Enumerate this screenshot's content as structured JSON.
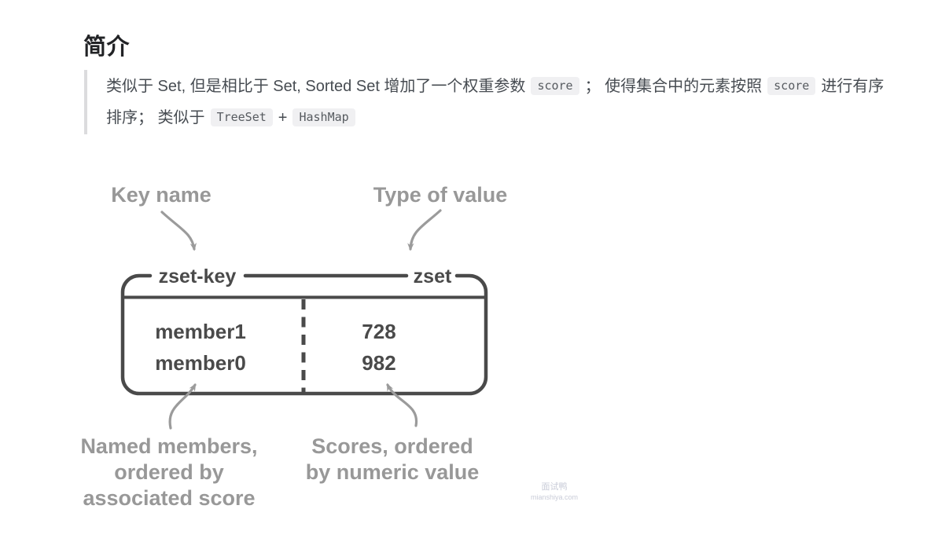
{
  "heading": "简介",
  "intro": {
    "line1": {
      "t1": "类似于 Set, 但是相比于 Set, Sorted Set 增加了一个权重参数",
      "code1": "score",
      "t2": "； 使得集合中的元素按照",
      "code2": "score",
      "t3": "进行有序"
    },
    "line2": {
      "t1": "排序； 类似于",
      "code1": "TreeSet",
      "plus": "+",
      "code2": "HashMap"
    }
  },
  "diagram": {
    "key_label": "Key name",
    "type_label": "Type of value",
    "key_name": "zset-key",
    "type_value": "zset",
    "rows": [
      {
        "member": "member1",
        "score": "728"
      },
      {
        "member": "member0",
        "score": "982"
      }
    ],
    "members_caption": [
      "Named members,",
      "ordered by",
      "associated score"
    ],
    "scores_caption": [
      "Scores, ordered",
      "by numeric value"
    ],
    "colors": {
      "outline": "#4a4a4a",
      "label_gray": "#989898",
      "arrow_gray": "#9b9b9b"
    }
  },
  "watermark": {
    "line1": "面试鸭",
    "line2": "mianshiya.com"
  }
}
